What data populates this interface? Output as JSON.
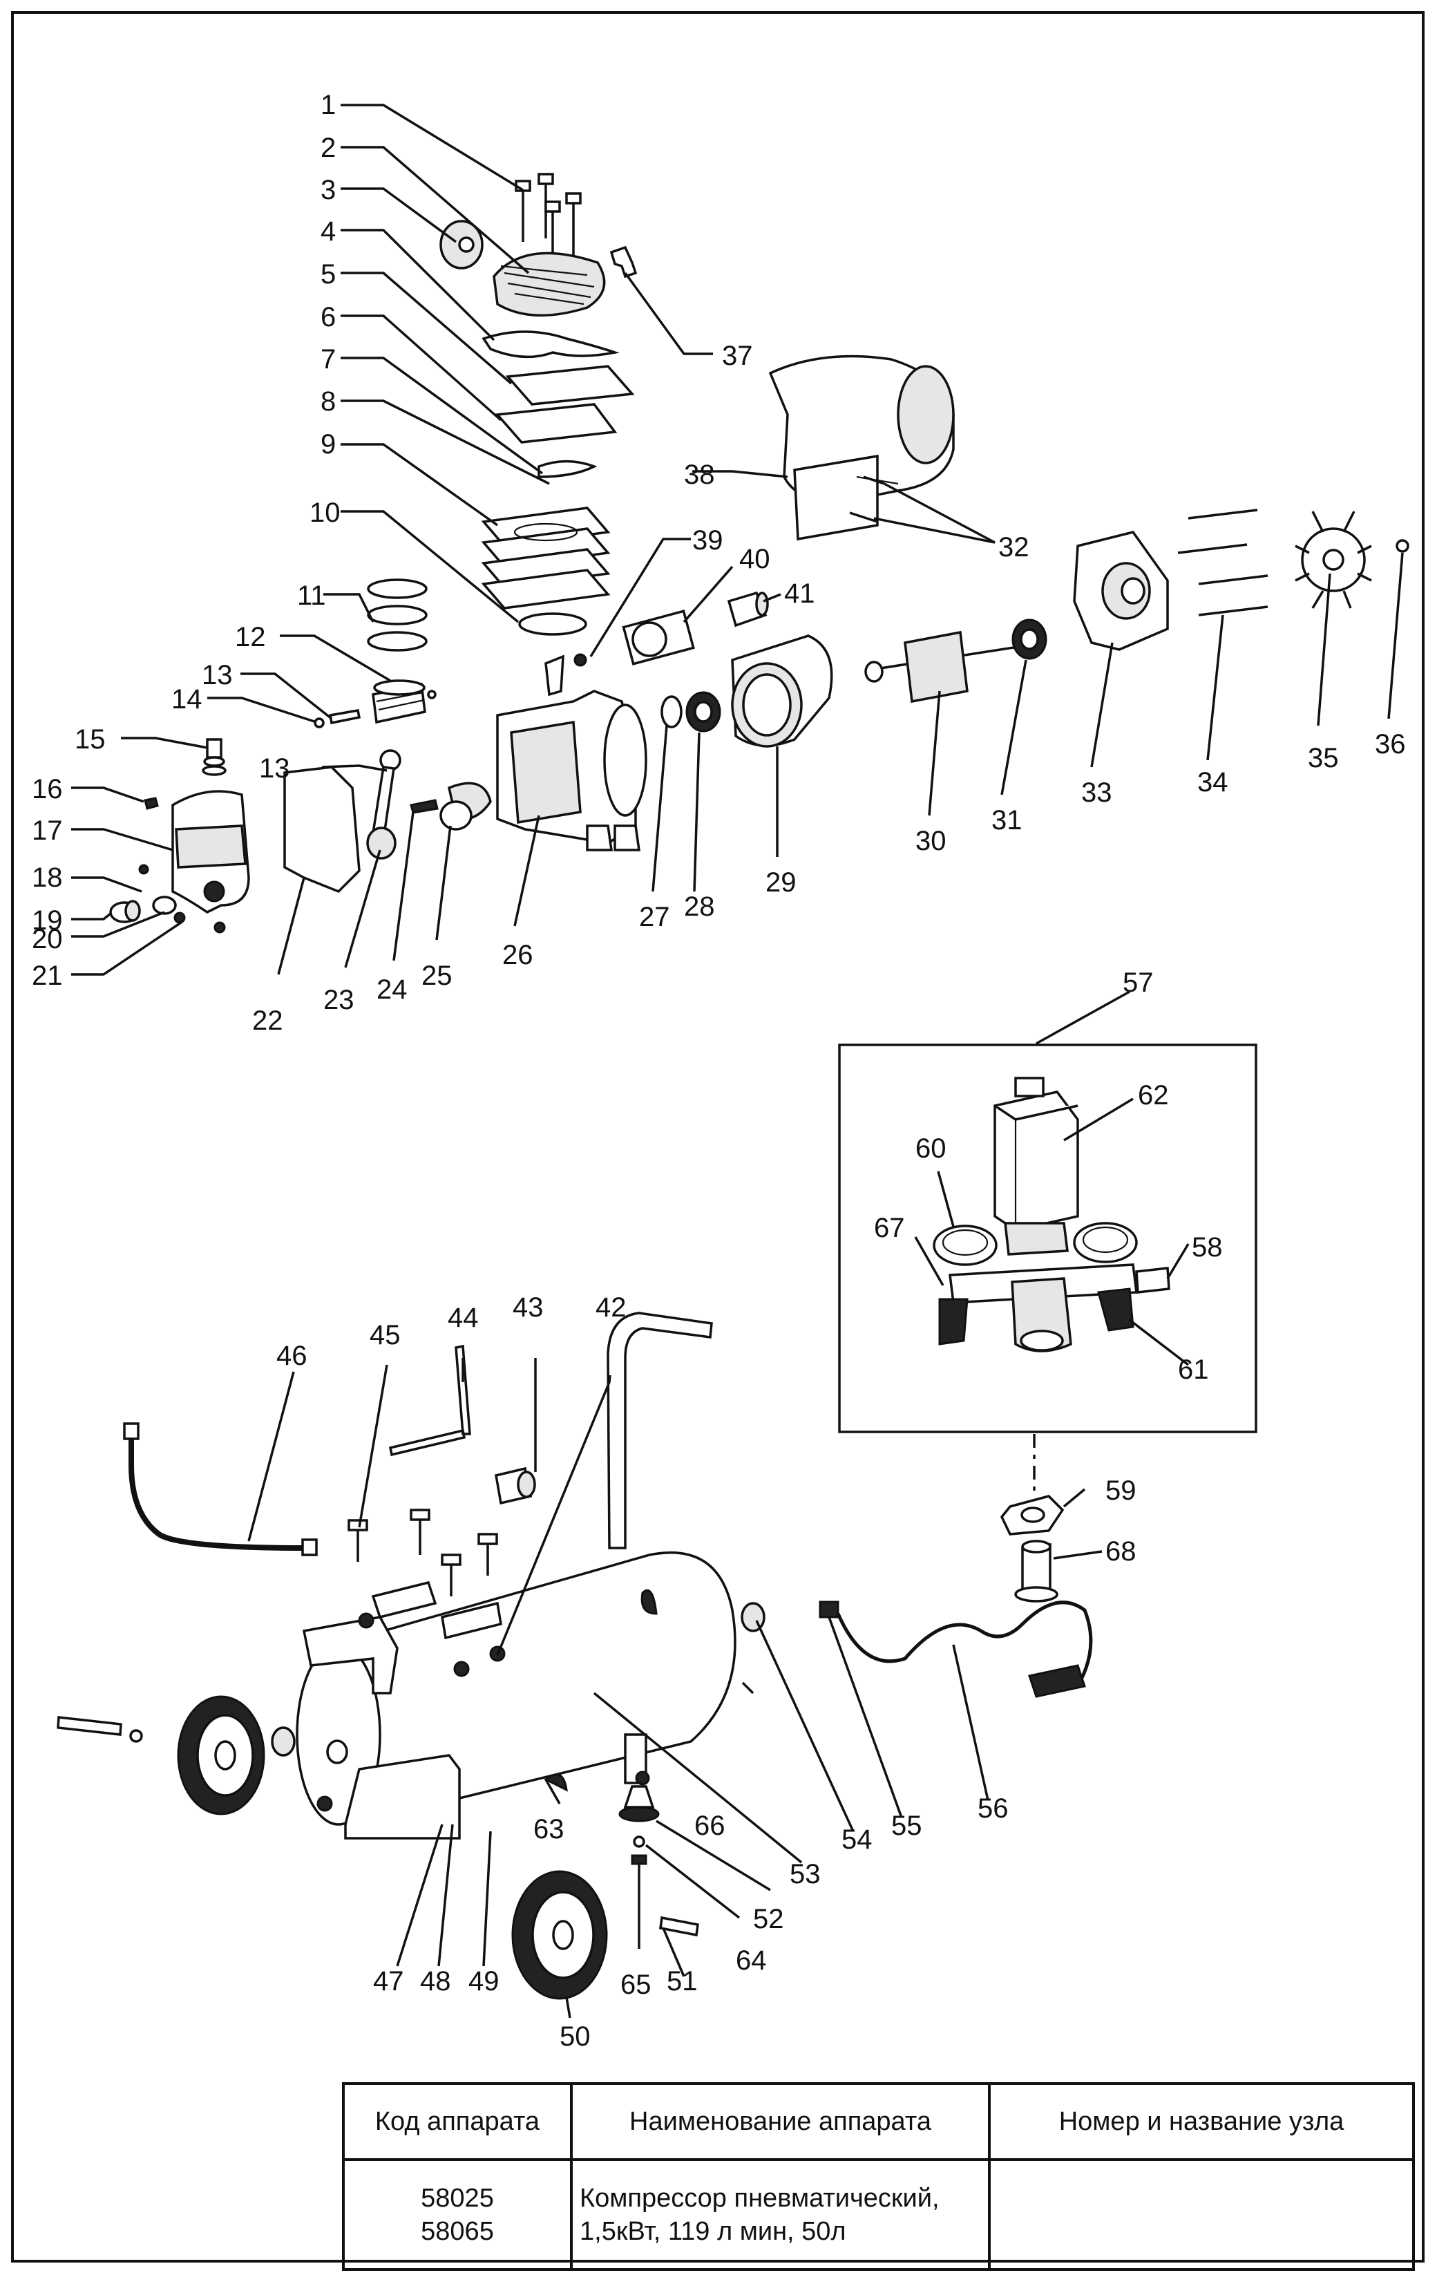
{
  "diagram": {
    "callouts": [
      "1",
      "2",
      "3",
      "4",
      "5",
      "6",
      "7",
      "8",
      "9",
      "10",
      "11",
      "12",
      "13",
      "13",
      "14",
      "15",
      "16",
      "17",
      "18",
      "19",
      "20",
      "21",
      "22",
      "23",
      "24",
      "25",
      "26",
      "27",
      "28",
      "29",
      "30",
      "31",
      "32",
      "33",
      "34",
      "35",
      "36",
      "37",
      "38",
      "39",
      "40",
      "41",
      "42",
      "43",
      "44",
      "45",
      "46",
      "47",
      "48",
      "49",
      "50",
      "51",
      "52",
      "53",
      "54",
      "55",
      "56",
      "57",
      "58",
      "59",
      "60",
      "61",
      "62",
      "63",
      "64",
      "65",
      "66",
      "67",
      "68"
    ]
  },
  "table": {
    "headers": [
      "Код аппарата",
      "Наименование аппарата",
      "Номер и название узла"
    ],
    "row": {
      "codes": [
        "58025",
        "58065"
      ],
      "name_line1": "Компрессор пневматический,",
      "name_line2": "1,5кВт, 119 л мин, 50л",
      "unit": ""
    }
  }
}
